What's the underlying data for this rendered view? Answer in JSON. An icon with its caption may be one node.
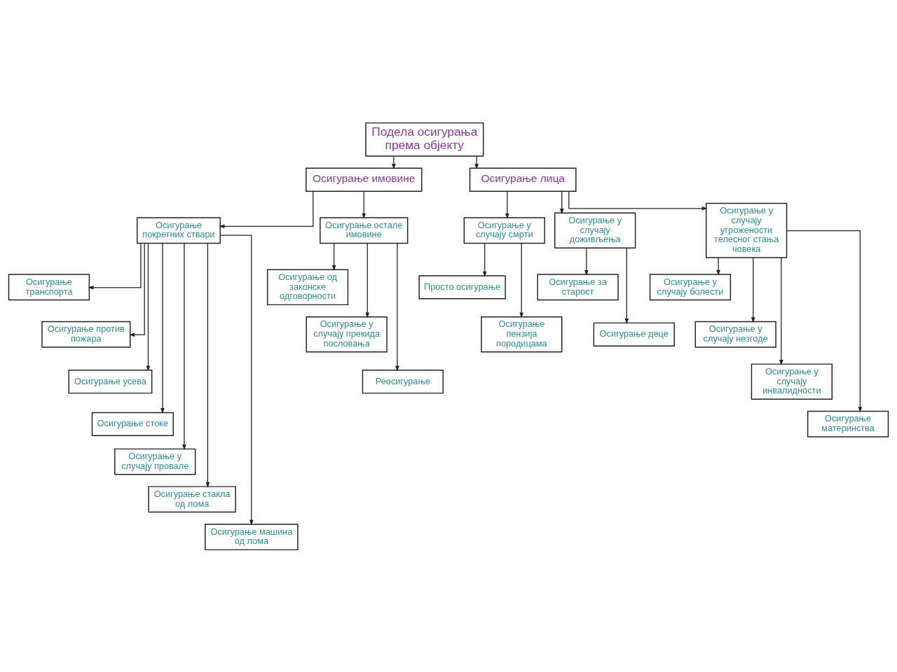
{
  "diagram": {
    "nodes": [
      {
        "text": [
          "Подела осигурања према објекту"
        ]
      },
      {
        "text": [
          "Осигурање имовине"
        ]
      },
      {
        "text": [
          "Осигурање лица"
        ]
      },
      {
        "text": [
          "Осигурање покретних ствари"
        ]
      },
      {
        "text": [
          "Осигурање остале имовине"
        ]
      },
      {
        "text": [
          "Осигурање у случају смрти"
        ]
      },
      {
        "text": [
          "Осигурање у случају доживљења"
        ]
      },
      {
        "text": [
          "Осигурање у случају угрожености телесног стања човека"
        ]
      },
      {
        "text": [
          "Осигурање транспорта"
        ]
      },
      {
        "text": [
          "Осигурање против пожара"
        ]
      },
      {
        "text": [
          "Осигурање усева"
        ]
      },
      {
        "text": [
          "Осигурање стоке"
        ]
      },
      {
        "text": [
          "Осигурање у случају провале"
        ]
      },
      {
        "text": [
          "Осигурање стакла од лома"
        ]
      },
      {
        "text": [
          "Осигурање машина од лома"
        ]
      },
      {
        "text": [
          "Осигурање од законске одговорности"
        ]
      },
      {
        "text": [
          "Осигурање у случају прекида пословања"
        ]
      },
      {
        "text": [
          "Реосигурање"
        ]
      },
      {
        "text": [
          "Просто осигурање"
        ]
      },
      {
        "text": [
          "Осигурање пензија породицама"
        ]
      },
      {
        "text": [
          "Осигурање за старост"
        ]
      },
      {
        "text": [
          "Осигурање деце"
        ]
      },
      {
        "text": [
          "Осигурање у случају болести"
        ]
      },
      {
        "text": [
          "Осигурање у случају незгоде"
        ]
      },
      {
        "text": [
          "Осигурање у случају инвалидности"
        ]
      },
      {
        "text": [
          "Осигурање материнства"
        ]
      }
    ],
    "edges": [
      {
        "from": 0,
        "to": 1,
        "arrow": "to"
      },
      {
        "from": 0,
        "to": 2,
        "arrow": "to"
      },
      {
        "from": 1,
        "to": 3,
        "arrow": "to"
      },
      {
        "from": 1,
        "to": 4,
        "arrow": "to"
      },
      {
        "from": 2,
        "to": 5,
        "arrow": "to"
      },
      {
        "from": 2,
        "to": 6,
        "arrow": "to"
      },
      {
        "from": 2,
        "to": 7,
        "arrow": "to"
      },
      {
        "from": 3,
        "to": 8,
        "arrow": "to"
      },
      {
        "from": 3,
        "to": 9,
        "arrow": "to"
      },
      {
        "from": 3,
        "to": 10,
        "arrow": "to"
      },
      {
        "from": 3,
        "to": 11,
        "arrow": "to"
      },
      {
        "from": 3,
        "to": 12,
        "arrow": "to"
      },
      {
        "from": 3,
        "to": 13,
        "arrow": "to"
      },
      {
        "from": 3,
        "to": 14,
        "arrow": "to"
      },
      {
        "from": 4,
        "to": 15,
        "arrow": "to"
      },
      {
        "from": 4,
        "to": 16,
        "arrow": "to"
      },
      {
        "from": 4,
        "to": 17,
        "arrow": "to"
      },
      {
        "from": 5,
        "to": 18,
        "arrow": "to"
      },
      {
        "from": 5,
        "to": 19,
        "arrow": "to"
      },
      {
        "from": 6,
        "to": 20,
        "arrow": "to"
      },
      {
        "from": 6,
        "to": 21,
        "arrow": "to"
      },
      {
        "from": 7,
        "to": 22,
        "arrow": "to"
      },
      {
        "from": 7,
        "to": 23,
        "arrow": "to"
      },
      {
        "from": 7,
        "to": 24,
        "arrow": "to"
      },
      {
        "from": 7,
        "to": 25,
        "arrow": "to"
      }
    ]
  }
}
